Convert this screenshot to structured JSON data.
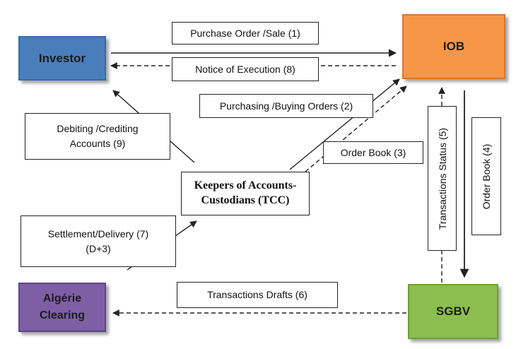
{
  "colors": {
    "investor": "#4a7ebb",
    "iob": "#f79646",
    "sgbv": "#8cbd4f",
    "algerie_clearing": "#7e5fa6"
  },
  "nodes": {
    "investor": "Investor",
    "iob": "IOB",
    "tcc": "Keepers of Accounts-Custodians (TCC)",
    "algerie_clearing": "Algérie Clearing",
    "sgbv": "SGBV"
  },
  "edges": {
    "purchase_order": "Purchase Order /Sale (1)",
    "notice_of_execution": "Notice of Execution (8)",
    "purchasing_orders": "Purchasing /Buying Orders (2)",
    "order_book_3": "Order Book (3)",
    "debiting_crediting": "Debiting /Crediting Accounts (9)",
    "settlement_delivery": "Settlement/Delivery (7) (D+3)",
    "transactions_status": "Transactions  Status (5)",
    "order_book_4": "Order Book (4)",
    "transactions_drafts": "Transactions Drafts (6)"
  }
}
